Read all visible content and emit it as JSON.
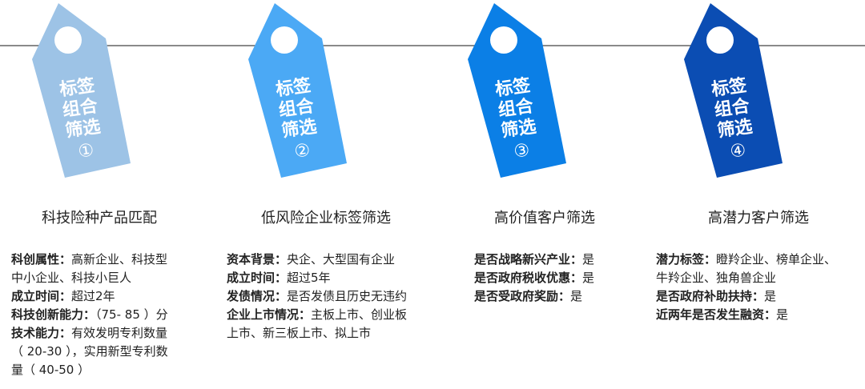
{
  "tags": [
    {
      "line1": "标签",
      "line2": "组合",
      "line3": "筛选",
      "number": "①",
      "color": "#9DC3E6"
    },
    {
      "line1": "标签",
      "line2": "组合",
      "line3": "筛选",
      "number": "②",
      "color": "#4BA9F5"
    },
    {
      "line1": "标签",
      "line2": "组合",
      "line3": "筛选",
      "number": "③",
      "color": "#0B7FE6"
    },
    {
      "line1": "标签",
      "line2": "组合",
      "line3": "筛选",
      "number": "④",
      "color": "#0B4DB3"
    }
  ],
  "columns": [
    {
      "title": "科技险种产品匹配",
      "rows": [
        {
          "label": "科创属性：",
          "text": "高新企业、科技型"
        },
        {
          "label": "",
          "text": "中小企业、科技小巨人"
        },
        {
          "label": "成立时间：",
          "text": "超过2年"
        },
        {
          "label": "科技创新能力：",
          "text": "（75- 85 ）分"
        },
        {
          "label": "技术能力：",
          "text": "有效发明专利数量"
        },
        {
          "label": "",
          "text": "（ 20-30 ），实用新型专利数"
        },
        {
          "label": "",
          "text": "量（ 40-50 ）"
        }
      ]
    },
    {
      "title": "低风险企业标签筛选",
      "rows": [
        {
          "label": "资本背景：",
          "text": "央企、大型国有企业"
        },
        {
          "label": "成立时间：",
          "text": "超过5年"
        },
        {
          "label": "发债情况：",
          "text": "是否发债且历史无违约"
        },
        {
          "label": "企业上市情况：",
          "text": "主板上市、创业板"
        },
        {
          "label": "",
          "text": "上市、新三板上市、拟上市"
        }
      ]
    },
    {
      "title": "高价值客户筛选",
      "rows": [
        {
          "label": "是否战略新兴产业：",
          "text": "是"
        },
        {
          "label": "是否政府税收优惠：",
          "text": "是"
        },
        {
          "label": "是否受政府奖励：",
          "text": "是"
        }
      ]
    },
    {
      "title": "高潜力客户筛选",
      "rows": [
        {
          "label": "潜力标签：",
          "text": "瞪羚企业、榜单企业、"
        },
        {
          "label": "",
          "text": "牛羚企业、独角兽企业"
        },
        {
          "label": "是否政府补助扶持：",
          "text": "是"
        },
        {
          "label": "近两年是否发生融资：",
          "text": "是"
        }
      ]
    }
  ]
}
